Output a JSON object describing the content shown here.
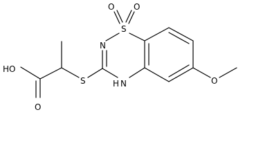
{
  "molecule": {
    "atoms": {
      "ho": {
        "text": "HO"
      },
      "o_carbonyl": {
        "text": "O"
      },
      "s_thioether": {
        "text": "S"
      },
      "o_sulfonyl_left": {
        "text": "O"
      },
      "s_sulfonyl": {
        "text": "S"
      },
      "o_sulfonyl_right": {
        "text": "O"
      },
      "n_ring": {
        "text": "N"
      },
      "nh_h": {
        "text": "H"
      },
      "nh_n": {
        "text": "N"
      },
      "o_methoxy": {
        "text": "O"
      }
    }
  }
}
